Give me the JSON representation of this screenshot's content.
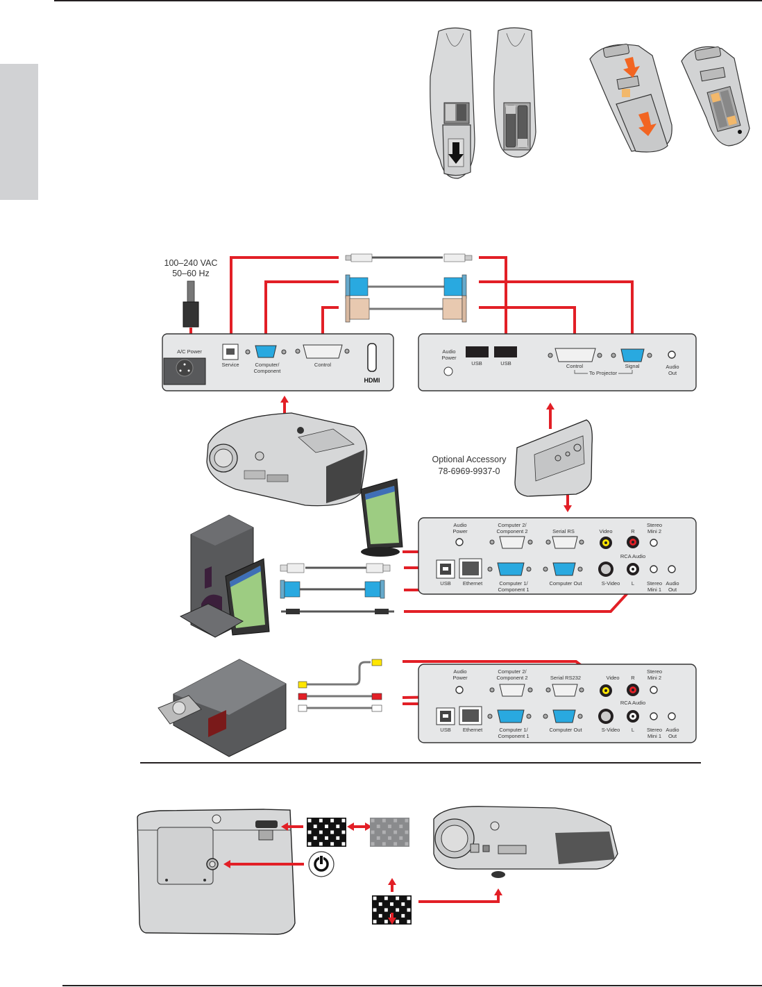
{
  "page": {
    "accent_color": "#e21f26",
    "panel_color": "#e6e7e8"
  },
  "remote_section": {
    "figures": [
      "remote-battery-cover-slide",
      "remote-batteries-installed",
      "remote-alt-cover-slide",
      "remote-alt-batteries-installed"
    ]
  },
  "connection_diagram": {
    "power_label_line1": "100–240 VAC",
    "power_label_line2": "50–60 Hz",
    "projector_panel": {
      "ports": {
        "ac_power": "A/C Power",
        "service": "Service",
        "computer_line1": "Computer/",
        "computer_line2": "Component",
        "control": "Control",
        "hdmi": "HDMI"
      }
    },
    "accessory_top_panel": {
      "ports": {
        "audio_power_line1": "Audio",
        "audio_power_line2": "Power",
        "usb1": "USB",
        "usb2": "USB",
        "control": "Control",
        "signal": "Signal",
        "to_projector": "To Projector",
        "audio_out_line1": "Audio",
        "audio_out_line2": "Out"
      }
    },
    "accessory_label_line1": "Optional Accessory",
    "accessory_label_line2": "78-6969-9937-0",
    "dock_panel_1": {
      "ports": {
        "audio_power_line1": "Audio",
        "audio_power_line2": "Power",
        "computer2_line1": "Computer 2/",
        "computer2_line2": "Component 2",
        "serial": "Serial RS",
        "video": "Video",
        "r": "R",
        "stereo_mini2_line1": "Stereo",
        "stereo_mini2_line2": "Mini 2",
        "rca_audio": "RCA Audio",
        "usb": "USB",
        "ethernet": "Ethernet",
        "computer1_line1": "Computer 1/",
        "computer1_line2": "Component 1",
        "computer_out": "Computer Out",
        "svideo": "S-Video",
        "l": "L",
        "stereo_mini1_line1": "Stereo",
        "stereo_mini1_line2": "Mini 1",
        "audio_out_line1": "Audio",
        "audio_out_line2": "Out"
      }
    },
    "dock_panel_2": {
      "ports": {
        "audio_power_line1": "Audio",
        "audio_power_line2": "Power",
        "computer2_line1": "Computer 2/",
        "computer2_line2": "Component 2",
        "serial": "Serial RS232",
        "video": "Video",
        "r": "R",
        "stereo_mini2_line1": "Stereo",
        "stereo_mini2_line2": "Mini 2",
        "rca_audio": "RCA Audio",
        "usb": "USB",
        "ethernet": "Ethernet",
        "computer1_line1": "Computer 1/",
        "computer1_line2": "Component 1",
        "computer_out": "Computer Out",
        "svideo": "S-Video",
        "l": "L",
        "stereo_mini1_line1": "Stereo",
        "stereo_mini1_line2": "Mini 1",
        "audio_out_line1": "Audio",
        "audio_out_line2": "Out"
      }
    }
  },
  "focus_section": {
    "figures": [
      "projector-top-view",
      "focus-ring-sharp-pattern",
      "focus-blurred-pattern",
      "power-button",
      "elevation-pattern",
      "projector-front-view"
    ]
  }
}
